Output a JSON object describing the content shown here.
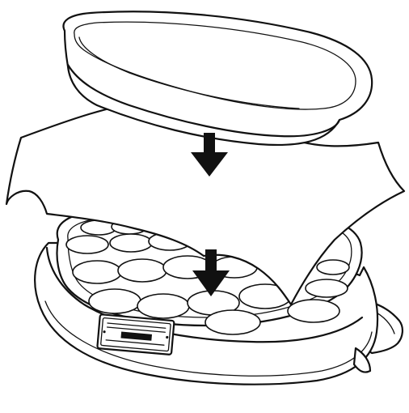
{
  "diagram": {
    "parts": [
      "lid-tray",
      "paper-sheet",
      "cooking-plate",
      "base-body"
    ],
    "arrows": 2
  }
}
